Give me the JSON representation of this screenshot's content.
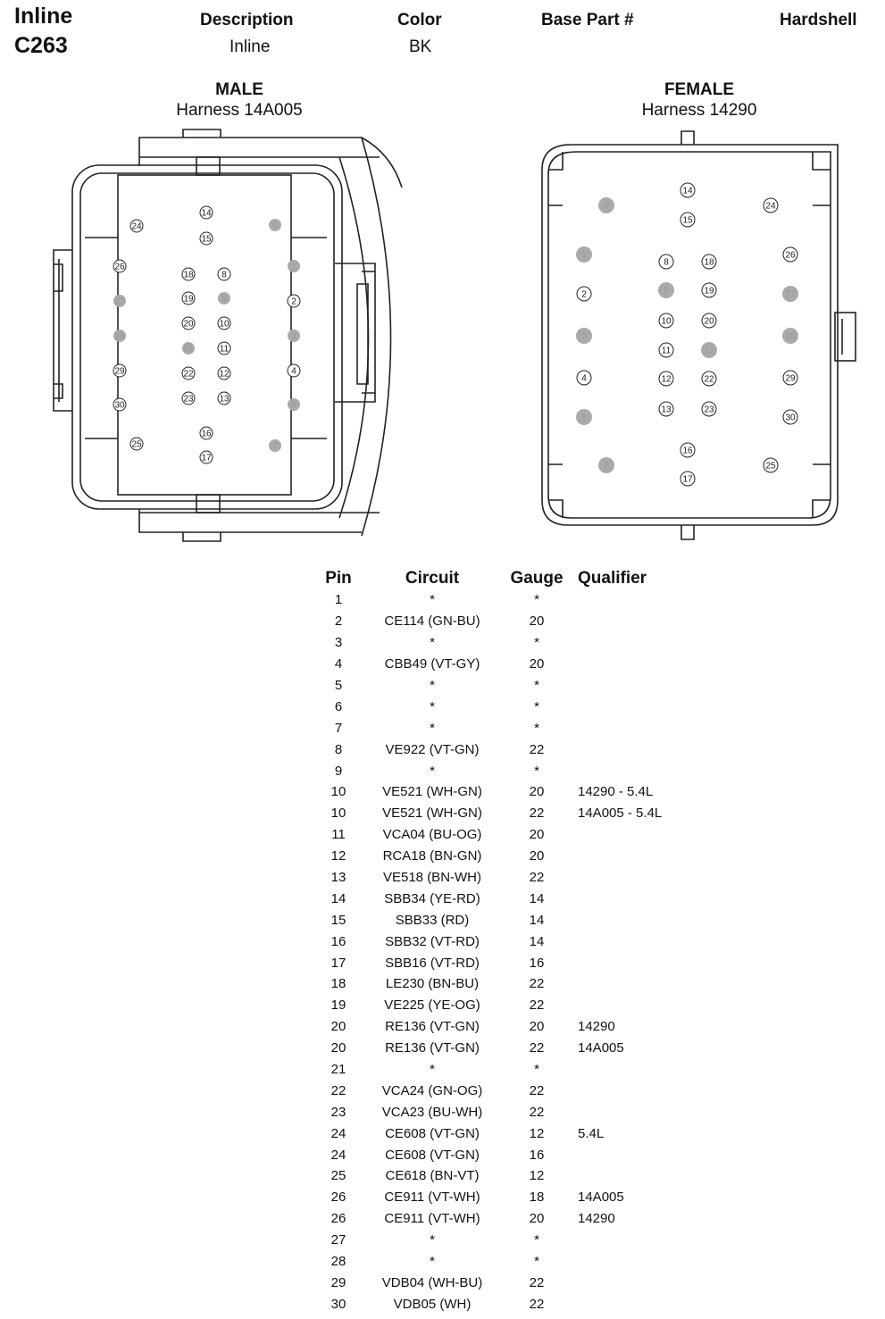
{
  "header": {
    "title_line1": "Inline",
    "title_line2": "C263",
    "description_label": "Description",
    "description_value": "Inline",
    "color_label": "Color",
    "color_value": "BK",
    "base_part_label": "Base Part #",
    "hardshell_label": "Hardshell"
  },
  "male": {
    "title": "MALE",
    "harness": "Harness 14A005"
  },
  "female": {
    "title": "FEMALE",
    "harness": "Harness 14290"
  },
  "pin_positions": {
    "male": [
      {
        "pin": "24",
        "filled": false
      },
      {
        "pin": "14",
        "filled": false
      },
      {
        "pin": "15",
        "filled": false
      },
      {
        "pin": "6",
        "filled": true
      },
      {
        "pin": "26",
        "filled": false
      },
      {
        "pin": "18",
        "filled": false
      },
      {
        "pin": "8",
        "filled": false
      },
      {
        "pin": "1",
        "filled": true
      },
      {
        "pin": "27",
        "filled": true
      },
      {
        "pin": "19",
        "filled": false
      },
      {
        "pin": "9",
        "filled": true
      },
      {
        "pin": "2",
        "filled": false
      },
      {
        "pin": "28",
        "filled": true
      },
      {
        "pin": "20",
        "filled": false
      },
      {
        "pin": "10",
        "filled": false
      },
      {
        "pin": "3",
        "filled": true
      },
      {
        "pin": "21",
        "filled": true
      },
      {
        "pin": "11",
        "filled": false
      },
      {
        "pin": "29",
        "filled": false
      },
      {
        "pin": "22",
        "filled": false
      },
      {
        "pin": "12",
        "filled": false
      },
      {
        "pin": "4",
        "filled": false
      },
      {
        "pin": "30",
        "filled": false
      },
      {
        "pin": "23",
        "filled": false
      },
      {
        "pin": "13",
        "filled": false
      },
      {
        "pin": "5",
        "filled": true
      },
      {
        "pin": "25",
        "filled": false
      },
      {
        "pin": "16",
        "filled": false
      },
      {
        "pin": "7",
        "filled": true
      },
      {
        "pin": "17",
        "filled": false
      }
    ],
    "female": [
      {
        "pin": "6",
        "filled": true
      },
      {
        "pin": "14",
        "filled": false
      },
      {
        "pin": "15",
        "filled": false
      },
      {
        "pin": "24",
        "filled": false
      },
      {
        "pin": "1",
        "filled": true
      },
      {
        "pin": "8",
        "filled": false
      },
      {
        "pin": "18",
        "filled": false
      },
      {
        "pin": "26",
        "filled": false
      },
      {
        "pin": "2",
        "filled": false
      },
      {
        "pin": "9",
        "filled": true
      },
      {
        "pin": "19",
        "filled": false
      },
      {
        "pin": "27",
        "filled": true
      },
      {
        "pin": "10",
        "filled": false
      },
      {
        "pin": "20",
        "filled": false
      },
      {
        "pin": "3",
        "filled": true
      },
      {
        "pin": "11",
        "filled": false
      },
      {
        "pin": "21",
        "filled": true
      },
      {
        "pin": "28",
        "filled": true
      },
      {
        "pin": "4",
        "filled": false
      },
      {
        "pin": "12",
        "filled": false
      },
      {
        "pin": "22",
        "filled": false
      },
      {
        "pin": "29",
        "filled": false
      },
      {
        "pin": "13",
        "filled": false
      },
      {
        "pin": "23",
        "filled": false
      },
      {
        "pin": "5",
        "filled": true
      },
      {
        "pin": "30",
        "filled": false
      },
      {
        "pin": "16",
        "filled": false
      },
      {
        "pin": "7",
        "filled": true
      },
      {
        "pin": "25",
        "filled": false
      },
      {
        "pin": "17",
        "filled": false
      }
    ]
  },
  "table": {
    "headers": [
      "Pin",
      "Circuit",
      "Gauge",
      "Qualifier"
    ],
    "rows": [
      [
        "1",
        "*",
        "*",
        ""
      ],
      [
        "2",
        "CE114 (GN-BU)",
        "20",
        ""
      ],
      [
        "3",
        "*",
        "*",
        ""
      ],
      [
        "4",
        "CBB49 (VT-GY)",
        "20",
        ""
      ],
      [
        "5",
        "*",
        "*",
        ""
      ],
      [
        "6",
        "*",
        "*",
        ""
      ],
      [
        "7",
        "*",
        "*",
        ""
      ],
      [
        "8",
        "VE922 (VT-GN)",
        "22",
        ""
      ],
      [
        "9",
        "*",
        "*",
        ""
      ],
      [
        "10",
        "VE521 (WH-GN)",
        "20",
        "14290 - 5.4L"
      ],
      [
        "10",
        "VE521 (WH-GN)",
        "22",
        "14A005 - 5.4L"
      ],
      [
        "11",
        "VCA04 (BU-OG)",
        "20",
        ""
      ],
      [
        "12",
        "RCA18 (BN-GN)",
        "20",
        ""
      ],
      [
        "13",
        "VE518 (BN-WH)",
        "22",
        ""
      ],
      [
        "14",
        "SBB34 (YE-RD)",
        "14",
        ""
      ],
      [
        "15",
        "SBB33 (RD)",
        "14",
        ""
      ],
      [
        "16",
        "SBB32 (VT-RD)",
        "14",
        ""
      ],
      [
        "17",
        "SBB16 (VT-RD)",
        "16",
        ""
      ],
      [
        "18",
        "LE230 (BN-BU)",
        "22",
        ""
      ],
      [
        "19",
        "VE225 (YE-OG)",
        "22",
        ""
      ],
      [
        "20",
        "RE136 (VT-GN)",
        "20",
        "14290"
      ],
      [
        "20",
        "RE136 (VT-GN)",
        "22",
        "14A005"
      ],
      [
        "21",
        "*",
        "*",
        ""
      ],
      [
        "22",
        "VCA24 (GN-OG)",
        "22",
        ""
      ],
      [
        "23",
        "VCA23 (BU-WH)",
        "22",
        ""
      ],
      [
        "24",
        "CE608 (VT-GN)",
        "12",
        "5.4L"
      ],
      [
        "24",
        "CE608 (VT-GN)",
        "16",
        ""
      ],
      [
        "25",
        "CE618 (BN-VT)",
        "12",
        ""
      ],
      [
        "26",
        "CE911 (VT-WH)",
        "18",
        "14A005"
      ],
      [
        "26",
        "CE911 (VT-WH)",
        "20",
        "14290"
      ],
      [
        "27",
        "*",
        "*",
        ""
      ],
      [
        "28",
        "*",
        "*",
        ""
      ],
      [
        "29",
        "VDB04 (WH-BU)",
        "22",
        ""
      ],
      [
        "30",
        "VDB05 (WH)",
        "22",
        ""
      ]
    ]
  }
}
